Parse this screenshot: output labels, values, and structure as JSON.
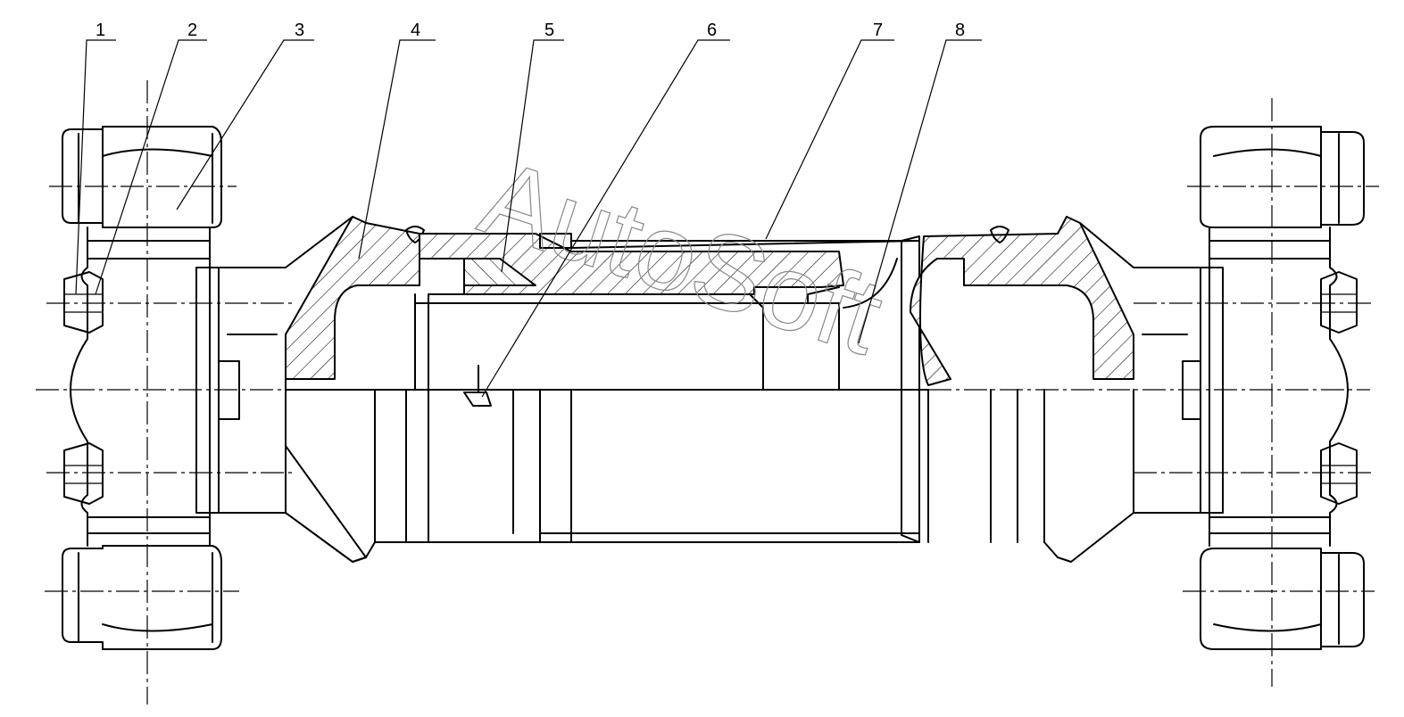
{
  "drawing": {
    "callouts": [
      {
        "id": "1",
        "label": "1"
      },
      {
        "id": "2",
        "label": "2"
      },
      {
        "id": "3",
        "label": "3"
      },
      {
        "id": "4",
        "label": "4"
      },
      {
        "id": "5",
        "label": "5"
      },
      {
        "id": "6",
        "label": "6"
      },
      {
        "id": "7",
        "label": "7"
      },
      {
        "id": "8",
        "label": "8"
      }
    ],
    "watermark": "AutoSoft",
    "colors": {
      "line": "#000000",
      "background": "#ffffff",
      "watermark": "#888888"
    }
  }
}
